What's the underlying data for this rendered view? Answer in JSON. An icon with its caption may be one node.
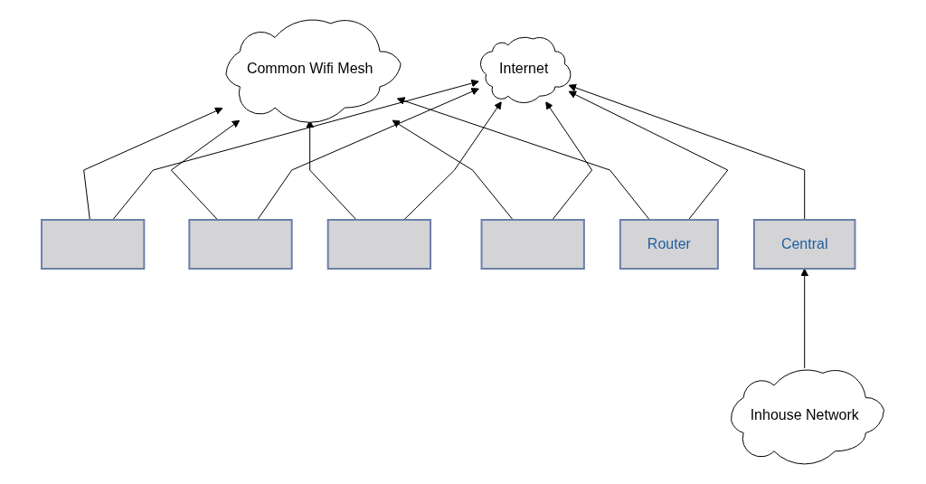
{
  "diagram": {
    "nodes": [
      {
        "text": [
          "Common Wifi Mesh"
        ]
      },
      {
        "text": [],
        "shape": "box"
      },
      {
        "text": [],
        "shape": "box"
      },
      {
        "text": [],
        "shape": "box"
      },
      {
        "text": [],
        "shape": "box"
      },
      {
        "text": [
          "Router"
        ]
      },
      {
        "text": [
          "Internet"
        ]
      },
      {
        "text": [
          "Central"
        ]
      },
      {
        "text": [
          "Inhouse Network"
        ]
      }
    ],
    "edges": [
      {
        "from": 1,
        "to": 0,
        "arrow": "to"
      },
      {
        "from": 2,
        "to": 0,
        "arrow": "to"
      },
      {
        "from": 3,
        "to": 0,
        "arrow": "to"
      },
      {
        "from": 4,
        "to": 0,
        "arrow": "to"
      },
      {
        "from": 5,
        "to": 0,
        "arrow": "to"
      },
      {
        "from": 1,
        "to": 6,
        "arrow": "to"
      },
      {
        "from": 2,
        "to": 6,
        "arrow": "to"
      },
      {
        "from": 3,
        "to": 6,
        "arrow": "to"
      },
      {
        "from": 4,
        "to": 6,
        "arrow": "to"
      },
      {
        "from": 5,
        "to": 6,
        "arrow": "to"
      },
      {
        "from": 7,
        "to": 6,
        "arrow": "to"
      },
      {
        "from": 8,
        "to": 7,
        "arrow": "to"
      }
    ]
  }
}
